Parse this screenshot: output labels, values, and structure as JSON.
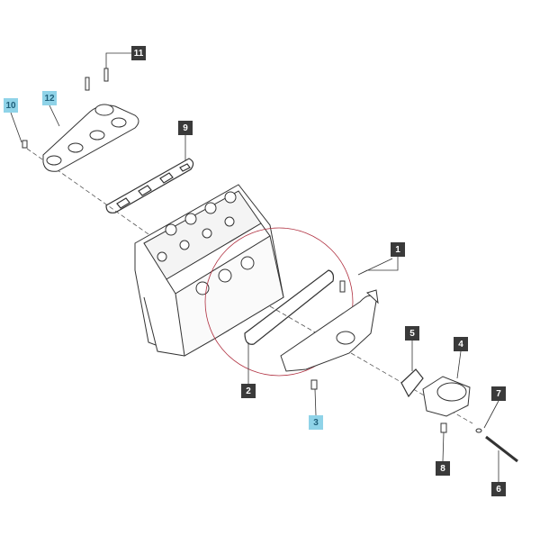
{
  "callouts": {
    "c1": {
      "label": "1",
      "color": "#3a3a3a"
    },
    "c2": {
      "label": "2",
      "color": "#3a3a3a"
    },
    "c3": {
      "label": "3",
      "color": "#8fd3e8"
    },
    "c4": {
      "label": "4",
      "color": "#3a3a3a"
    },
    "c5": {
      "label": "5",
      "color": "#3a3a3a"
    },
    "c6": {
      "label": "6",
      "color": "#3a3a3a"
    },
    "c7": {
      "label": "7",
      "color": "#3a3a3a"
    },
    "c8": {
      "label": "8",
      "color": "#3a3a3a"
    },
    "c9": {
      "label": "9",
      "color": "#3a3a3a"
    },
    "c10": {
      "label": "10",
      "color": "#8fd3e8"
    },
    "c11": {
      "label": "11",
      "color": "#3a3a3a"
    },
    "c12": {
      "label": "12",
      "color": "#8fd3e8"
    }
  },
  "highlight_circle_color": "#b03040",
  "line_color": "#333333"
}
